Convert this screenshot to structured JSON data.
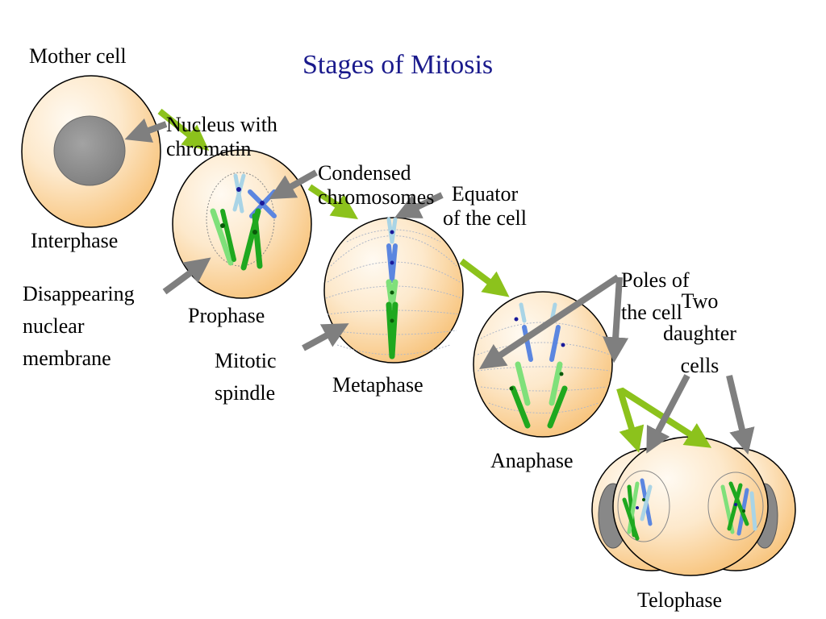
{
  "title": "Stages of Mitosis",
  "labels": {
    "mother_cell": "Mother cell",
    "interphase": "Interphase",
    "nucleus_with_chromatin": [
      "Nucleus with",
      "chromatin"
    ],
    "condensed_chromosomes": [
      "Condensed",
      "chromosomes"
    ],
    "equator_of_the_cell": [
      "Equator",
      "of the cell"
    ],
    "disappearing_nuclear_membrane": [
      "Disappearing",
      "nuclear",
      "membrane"
    ],
    "prophase": "Prophase",
    "mitotic_spindle": [
      "Mitotic",
      "spindle"
    ],
    "metaphase": "Metaphase",
    "poles_of_the_cell": [
      "Poles of",
      "the cell"
    ],
    "two_daughter_cells": [
      "Two",
      "daughter",
      "cells"
    ],
    "anaphase": "Anaphase",
    "telophase": "Telophase"
  },
  "colors": {
    "title": "#1a1a8c",
    "cell_fill_light": "#fff6ea",
    "cell_fill_dark": "#f9c883",
    "nucleus": "#8f8f8f",
    "progression_arrow": "#8cc21c",
    "pointer_arrow": "#7f7f7f",
    "chromosome_light_blue": "#a9d4e6",
    "chromosome_blue": "#5b86e0",
    "chromosome_light_green": "#7fe07a",
    "chromosome_green": "#1fa81f",
    "centromere": "#1a1a9a",
    "spindle_fiber": "#b0b8c8"
  }
}
